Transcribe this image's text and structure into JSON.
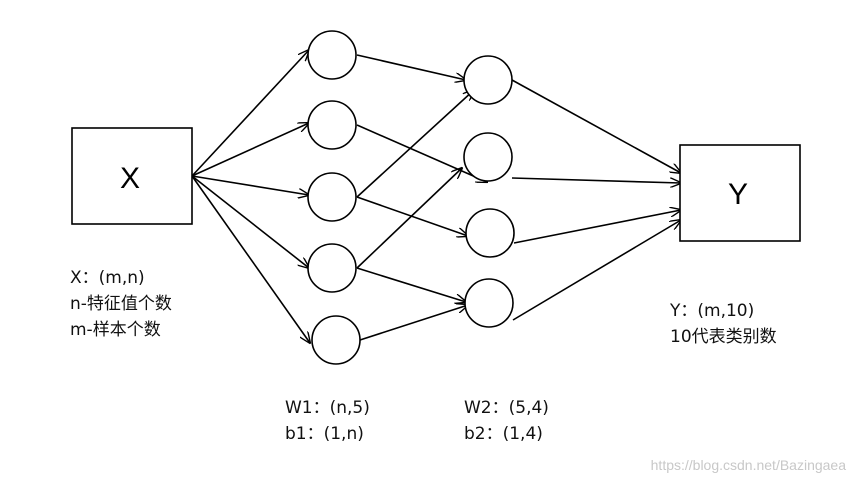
{
  "input_box": {
    "label": "X"
  },
  "output_box": {
    "label": "Y"
  },
  "input_desc": [
    "X：(m,n)",
    "n-特征值个数",
    "m-样本个数"
  ],
  "output_desc": [
    "Y：(m,10)",
    "10代表类别数"
  ],
  "layer1_params": [
    "W1：(n,5)",
    "b1：(1,n)"
  ],
  "layer2_params": [
    "W2：(5,4)",
    "b2：(1,4)"
  ],
  "watermark": "https://blog.csdn.net/Bazingaea"
}
